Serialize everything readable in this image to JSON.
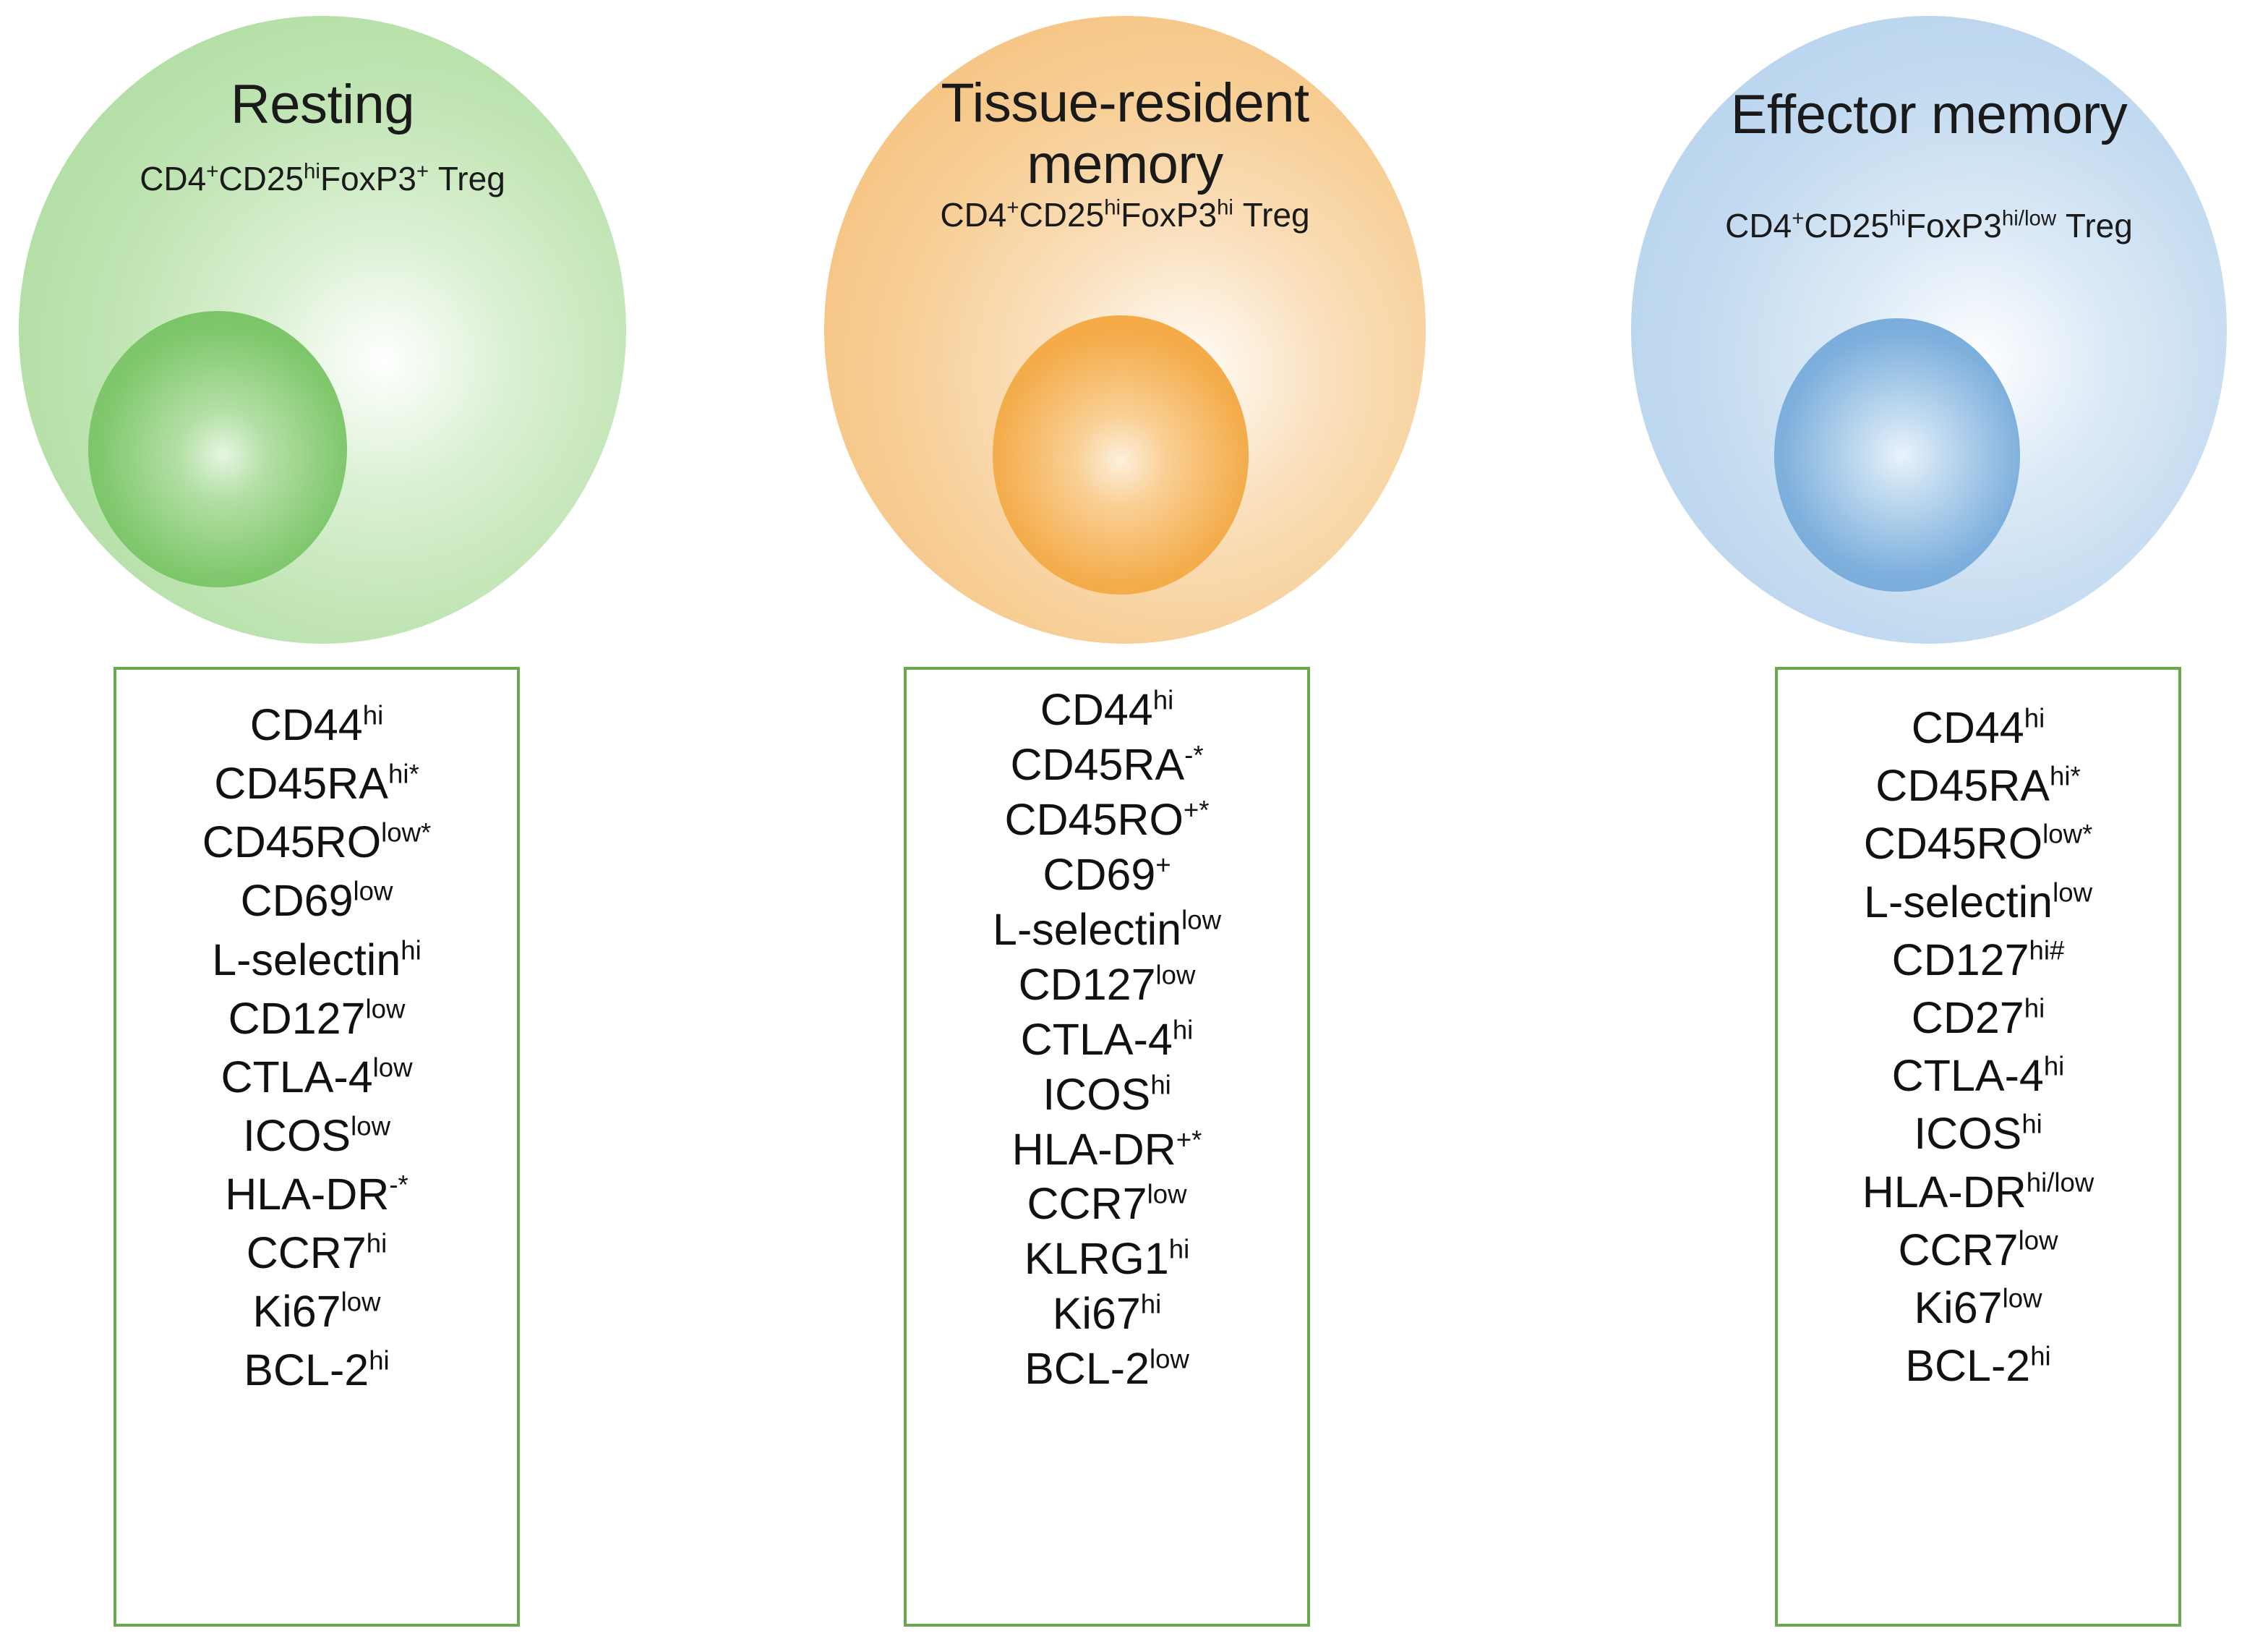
{
  "figure": {
    "type": "diagram",
    "description": "Three Treg subsets shown as nested spheres with phenotype marker lists",
    "colors": {
      "resting_fill": "#a9d99a",
      "resting_core": "#6cbc5a",
      "trm_fill": "#f4bd76",
      "trm_core": "#f2a337",
      "em_fill": "#b2d0ec",
      "em_core": "#6aa3d7",
      "box_border": "#6aa84f",
      "text": "#111111"
    }
  },
  "panels": [
    {
      "id": "resting",
      "title": "Resting",
      "phenotype": {
        "parts": [
          {
            "text": "CD4",
            "sup": ""
          },
          {
            "text": "",
            "sup": "+"
          },
          {
            "text": "CD25",
            "sup": "hi"
          },
          {
            "text": "FoxP3",
            "sup": "+"
          },
          {
            "text": " Treg",
            "sup": ""
          }
        ],
        "plain": "CD4+CD25hiFoxP3+ Treg"
      },
      "markers": [
        {
          "name": "CD44",
          "level": "hi"
        },
        {
          "name": "CD45RA",
          "level": "hi*"
        },
        {
          "name": "CD45RO",
          "level": "low*"
        },
        {
          "name": "CD69",
          "level": "low"
        },
        {
          "name": "L-selectin",
          "level": "hi"
        },
        {
          "name": "CD127",
          "level": "low"
        },
        {
          "name": "CTLA-4",
          "level": "low"
        },
        {
          "name": "ICOS",
          "level": "low"
        },
        {
          "name": "HLA-DR",
          "level": "-*"
        },
        {
          "name": "CCR7",
          "level": "hi"
        },
        {
          "name": "Ki67",
          "level": "low"
        },
        {
          "name": "BCL-2",
          "level": "hi"
        }
      ]
    },
    {
      "id": "tissue-resident-memory",
      "title": "Tissue-resident memory",
      "title_lines": [
        "Tissue-resident",
        "memory"
      ],
      "phenotype": {
        "parts": [
          {
            "text": "CD4",
            "sup": ""
          },
          {
            "text": "",
            "sup": "+"
          },
          {
            "text": "CD25",
            "sup": "hi"
          },
          {
            "text": "FoxP3",
            "sup": "hi"
          },
          {
            "text": " Treg",
            "sup": ""
          }
        ],
        "plain": "CD4+CD25hiFoxP3hi Treg"
      },
      "markers": [
        {
          "name": "CD44",
          "level": "hi"
        },
        {
          "name": "CD45RA",
          "level": "-*"
        },
        {
          "name": "CD45RO",
          "level": "+*"
        },
        {
          "name": "CD69",
          "level": "+"
        },
        {
          "name": "L-selectin",
          "level": "low"
        },
        {
          "name": "CD127",
          "level": "low"
        },
        {
          "name": "CTLA-4",
          "level": "hi"
        },
        {
          "name": "ICOS",
          "level": "hi"
        },
        {
          "name": "HLA-DR",
          "level": "+*"
        },
        {
          "name": "CCR7",
          "level": "low"
        },
        {
          "name": "KLRG1",
          "level": "hi"
        },
        {
          "name": "Ki67",
          "level": "hi"
        },
        {
          "name": "BCL-2",
          "level": "low"
        }
      ]
    },
    {
      "id": "effector-memory",
      "title": "Effector memory",
      "phenotype": {
        "parts": [
          {
            "text": "CD4",
            "sup": ""
          },
          {
            "text": "",
            "sup": "+"
          },
          {
            "text": "CD25",
            "sup": "hi"
          },
          {
            "text": "FoxP3",
            "sup": "hi/low"
          },
          {
            "text": " Treg",
            "sup": ""
          }
        ],
        "plain": "CD4+CD25hiFoxP3hi/low Treg"
      },
      "markers": [
        {
          "name": "CD44",
          "level": "hi"
        },
        {
          "name": "CD45RA",
          "level": "hi*"
        },
        {
          "name": "CD45RO",
          "level": "low*"
        },
        {
          "name": "L-selectin",
          "level": "low"
        },
        {
          "name": "CD127",
          "level": "hi#"
        },
        {
          "name": "CD27",
          "level": "hi"
        },
        {
          "name": "CTLA-4",
          "level": "hi"
        },
        {
          "name": "ICOS",
          "level": "hi"
        },
        {
          "name": "HLA-DR",
          "level": "hi/low"
        },
        {
          "name": "CCR7",
          "level": "low"
        },
        {
          "name": "Ki67",
          "level": "low"
        },
        {
          "name": "BCL-2",
          "level": "hi"
        }
      ]
    }
  ]
}
